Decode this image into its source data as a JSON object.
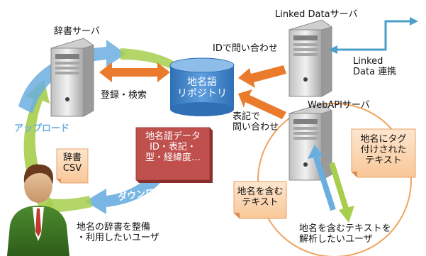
{
  "colors": {
    "bg": "#ffffff",
    "db_fill": "#4c8ed1",
    "db_top": "#7fb2e3",
    "db_text": "#ffffff",
    "orange_arrow": "#ea7b2c",
    "green_cycle": "#a7ce4c",
    "blue_cycle": "#6aaee0",
    "red_card": "#c0504d",
    "note_fill": "#fcd9b6",
    "note_stroke": "#e8a26a",
    "circle_stroke": "#f0a45e",
    "linked_arrow": "#4a9fc8",
    "server_body": "#d9d9d9",
    "server_front": "#f2f2f2",
    "server_dark": "#7f7f7f"
  },
  "labels": {
    "dict_server": "辞書サーバ",
    "linked_data_server": "Linked Dataサーバ",
    "webapi_server": "WebAPIサーバ",
    "repository_line1": "地名語",
    "repository_line2": "リポジトリ",
    "register_search": "登録・検索",
    "query_by_id": "IDで問い合わせ",
    "query_by_notation_1": "表記で",
    "query_by_notation_2": "問い合わせ",
    "linked_data_link_1": "Linked",
    "linked_data_link_2": "Data 連携",
    "upload": "アップロード",
    "download": "ダウンロード",
    "dict_csv_1": "辞書",
    "dict_csv_2": "CSV",
    "placename_data_1": "地名語データ",
    "placename_data_2": "ID・表記・",
    "placename_data_3": "型・経緯度…",
    "tagged_text_1": "地名にタグ",
    "tagged_text_2": "付けされた",
    "tagged_text_3": "テキスト",
    "text_with_names_1": "地名を含む",
    "text_with_names_2": "テキスト",
    "user_dict_1": "地名の辞書を整備",
    "user_dict_2": "・利用したいユーザ",
    "user_analyze_1": "地名を含むテキストを",
    "user_analyze_2": "解析したいユーザ"
  },
  "icons": {
    "dict_server": "server-icon",
    "linked_server": "server-icon",
    "webapi_server": "server-icon",
    "repository": "database-cylinder-icon",
    "user": "person-icon"
  }
}
